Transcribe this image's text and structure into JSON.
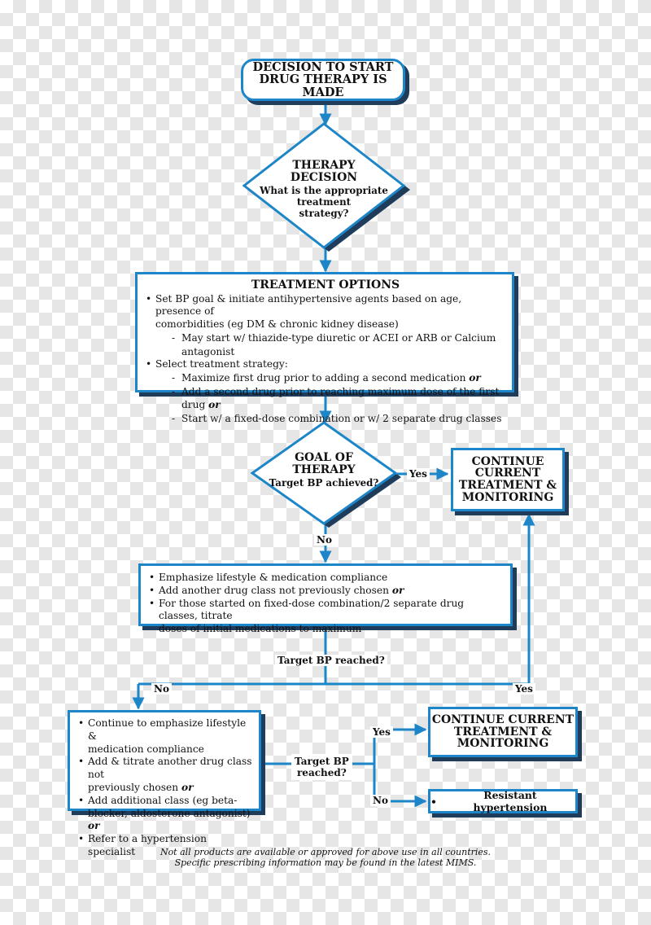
{
  "start": {
    "line1": "DECISION TO START",
    "line2": "DRUG THERAPY IS MADE"
  },
  "therapy_decision": {
    "title1": "THERAPY",
    "title2": "DECISION",
    "question1": "What is the appropriate",
    "question2": "treatment",
    "question3": "strategy?"
  },
  "treatment_options": {
    "title": "TREATMENT OPTIONS",
    "bullet1_line1": "Set BP goal & initiate antihypertensive agents based on age, presence of",
    "bullet1_line2": "comorbidities (eg DM & chronic kidney disease)",
    "sub1": "May start w/ thiazide-type diuretic or ACEI or ARB or Calcium antagonist",
    "bullet2": "Select treatment strategy:",
    "sub2a": "Maximize first drug prior to adding a second medication",
    "sub2b": "Add a second drug prior to reaching maximum dose of the first drug",
    "sub2c": "Start w/ a fixed-dose combination or w/ 2 separate drug classes",
    "or_word": "or"
  },
  "goal": {
    "title1": "GOAL OF",
    "title2": "THERAPY",
    "question": "Target BP achieved?"
  },
  "continue1": {
    "line1": "CONTINUE",
    "line2": "CURRENT",
    "line3": "TREATMENT &",
    "line4": "MONITORING"
  },
  "labels": {
    "yes": "Yes",
    "no": "No"
  },
  "lifestyle_box": {
    "item1": "Emphasize lifestyle & medication compliance",
    "item2": "Add another drug class not previously chosen",
    "item3_line1": "For those started on fixed-dose combination/2 separate drug classes, titrate",
    "item3_line2": "doses of initial medications to maximum",
    "or_word": "or"
  },
  "target_reached_1": "Target BP reached?",
  "specialist_box": {
    "item1_line1": "Continue to emphasize lifestyle &",
    "item1_line2": "medication compliance",
    "item2_line1": "Add & titrate another drug class not",
    "item2_line2": "previously chosen",
    "item3_line1": "Add additional class (eg beta-",
    "item3_line2": "blocker, aldosterone antagonist)",
    "item4": "Refer to a hypertension specialist",
    "or_word": "or"
  },
  "target_reached_2": {
    "line1": "Target BP",
    "line2": "reached?"
  },
  "continue2": {
    "line1": "CONTINUE CURRENT",
    "line2": "TREATMENT &",
    "line3": "MONITORING"
  },
  "resistant": "Resistant hypertension",
  "footer": {
    "line1": "Not all products are available or approved for above use in all countries.",
    "line2": "Specific prescribing information may be found in the latest MIMS."
  },
  "colors": {
    "border": "#1c86c8",
    "shadow": "#1f3c5b",
    "connector": "#1c86c8"
  }
}
